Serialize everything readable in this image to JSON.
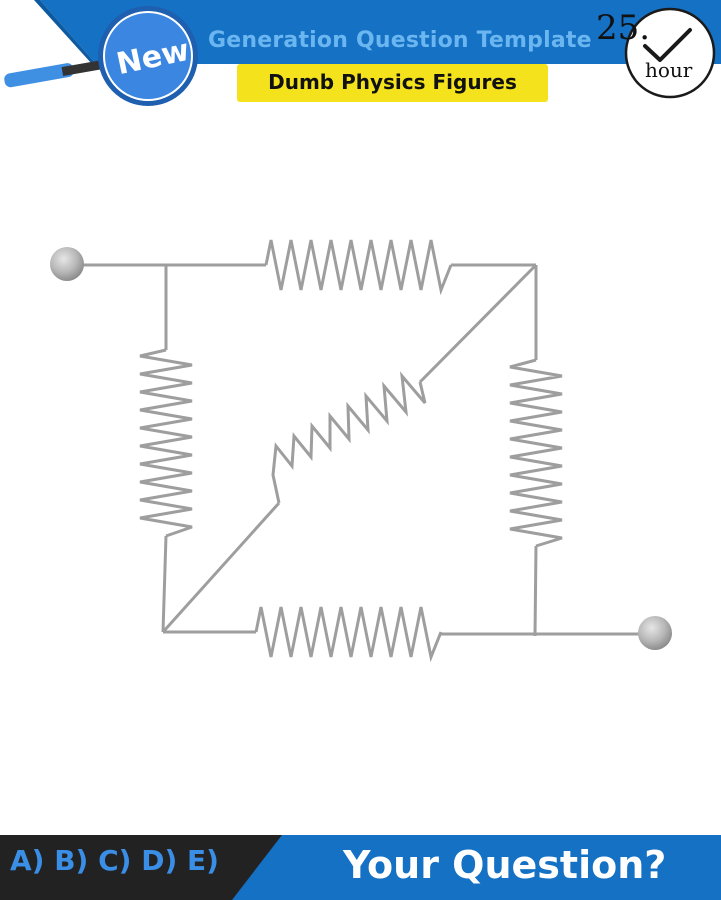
{
  "header": {
    "badge": "New",
    "title": "Generation Question Template",
    "subtitle": "Dumb Physics Figures",
    "clock_number": "25.",
    "clock_unit": "hour"
  },
  "diagram": {
    "type": "resistor network",
    "resistor_count": 5,
    "terminal_count": 2,
    "colors": {
      "wire": "#9e9e9e",
      "terminal": "#b8b8b8",
      "header_blue": "#1471c4",
      "subtitle_yellow": "#f4e21d",
      "footer_dark": "#222222"
    }
  },
  "footer": {
    "options": "A) B) C) D) E)",
    "question": "Your Question?"
  }
}
